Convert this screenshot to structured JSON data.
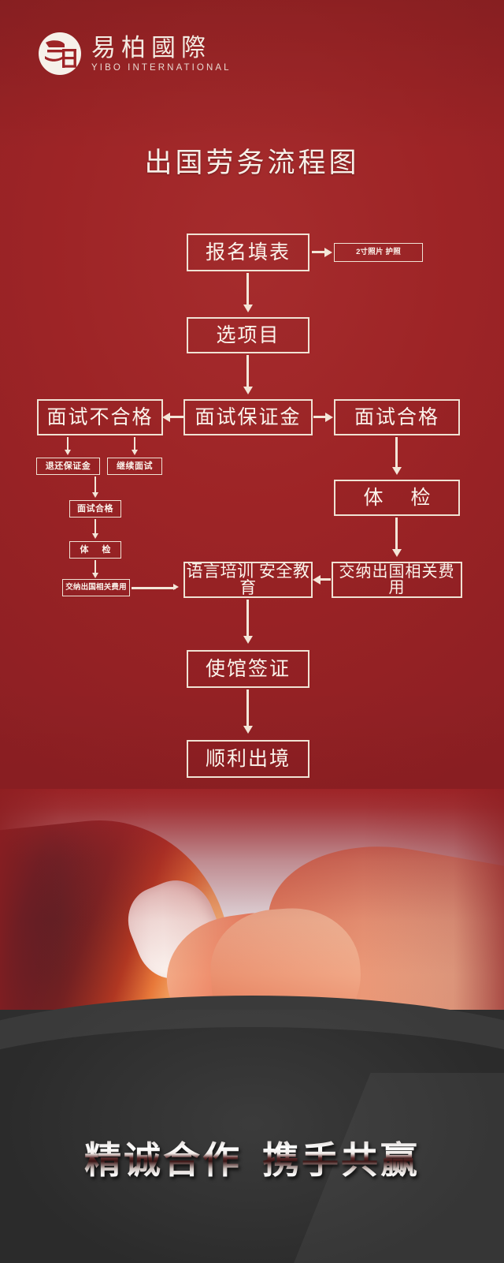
{
  "brand": {
    "logo_icon": "yibo-circle-monogram-icon",
    "name_cn": "易柏國際",
    "name_en": "YIBO INTERNATIONAL"
  },
  "colors": {
    "background_red": "#9e2427",
    "box_border": "#f0e2d4",
    "text_cream": "#fbf4ec",
    "dark_base": "#2e2e2e"
  },
  "title": "出国劳务流程图",
  "flow": {
    "nodes": [
      {
        "id": "n1",
        "label": "报名填表",
        "size": "big"
      },
      {
        "id": "n2",
        "label": "2寸照片 护照",
        "size": "tiny"
      },
      {
        "id": "n3",
        "label": "选项目",
        "size": "big"
      },
      {
        "id": "n4",
        "label": "面试保证金",
        "size": "big"
      },
      {
        "id": "n5",
        "label": "面试不合格",
        "size": "big"
      },
      {
        "id": "n6",
        "label": "面试合格",
        "size": "big"
      },
      {
        "id": "n7",
        "label": "退还保证金",
        "size": "small"
      },
      {
        "id": "n8",
        "label": "继续面试",
        "size": "small"
      },
      {
        "id": "n9",
        "label": "面试合格",
        "size": "small"
      },
      {
        "id": "n10",
        "label": "体 检",
        "size": "small"
      },
      {
        "id": "n11",
        "label": "交纳出国相关费用",
        "size": "tiny"
      },
      {
        "id": "n12",
        "label": "体 检",
        "size": "big"
      },
      {
        "id": "n13",
        "label": "交纳出国相关费用",
        "size": "big"
      },
      {
        "id": "n14",
        "label": "语言培训 安全教育",
        "size": "big"
      },
      {
        "id": "n15",
        "label": "使馆签证",
        "size": "big"
      },
      {
        "id": "n16",
        "label": "顺利出境",
        "size": "big"
      }
    ],
    "edges": [
      {
        "from": "n1",
        "to": "n2",
        "dir": "right"
      },
      {
        "from": "n1",
        "to": "n3",
        "dir": "down"
      },
      {
        "from": "n3",
        "to": "n4",
        "dir": "down"
      },
      {
        "from": "n4",
        "to": "n5",
        "dir": "left"
      },
      {
        "from": "n4",
        "to": "n6",
        "dir": "right"
      },
      {
        "from": "n5",
        "to": "n7",
        "dir": "down"
      },
      {
        "from": "n5",
        "to": "n8",
        "dir": "down"
      },
      {
        "from": "n8",
        "to": "n9",
        "dir": "down"
      },
      {
        "from": "n9",
        "to": "n10",
        "dir": "down"
      },
      {
        "from": "n10",
        "to": "n11",
        "dir": "down"
      },
      {
        "from": "n11",
        "to": "n14",
        "dir": "right"
      },
      {
        "from": "n6",
        "to": "n12",
        "dir": "down"
      },
      {
        "from": "n12",
        "to": "n13",
        "dir": "down"
      },
      {
        "from": "n13",
        "to": "n14",
        "dir": "left"
      },
      {
        "from": "n14",
        "to": "n15",
        "dir": "down"
      },
      {
        "from": "n15",
        "to": "n16",
        "dir": "down"
      }
    ]
  },
  "photo": {
    "alt": "handshake-photograph"
  },
  "slogan": {
    "part1": "精诚合作",
    "part2": "携手共赢"
  }
}
